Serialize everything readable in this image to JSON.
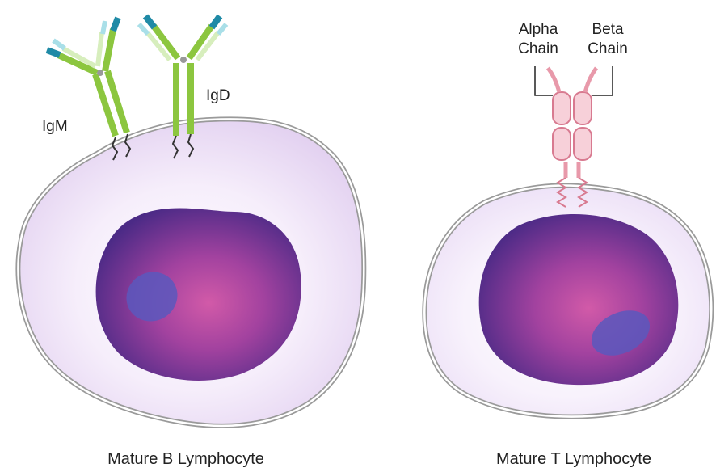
{
  "b_cell": {
    "caption": "Mature B Lymphocyte",
    "receptors": [
      {
        "label": "IgM",
        "heavy_chain_color": "#8cc63f",
        "light_chain_color": "#d7eebd",
        "tip_color": "#1f8aa6"
      },
      {
        "label": "IgD",
        "heavy_chain_color": "#8cc63f",
        "light_chain_color": "#d7eebd",
        "tip_color": "#1f8aa6"
      }
    ],
    "cytoplasm_color": "#eadcf5",
    "membrane_color": "#8a8a8a",
    "nucleus_color": "#7a3596",
    "nucleolus_color": "#5a55b8"
  },
  "t_cell": {
    "caption": "Mature T Lymphocyte",
    "receptor_labels": {
      "alpha": "Alpha\nChain",
      "beta": "Beta\nChain"
    },
    "alpha_label_line1": "Alpha",
    "alpha_label_line2": "Chain",
    "beta_label_line1": "Beta",
    "beta_label_line2": "Chain",
    "receptor_color": "#e899aa",
    "cytoplasm_color": "#f1e8f8",
    "membrane_color": "#8a8a8a",
    "nucleus_color": "#7a3596",
    "nucleolus_color": "#5a55b8"
  }
}
